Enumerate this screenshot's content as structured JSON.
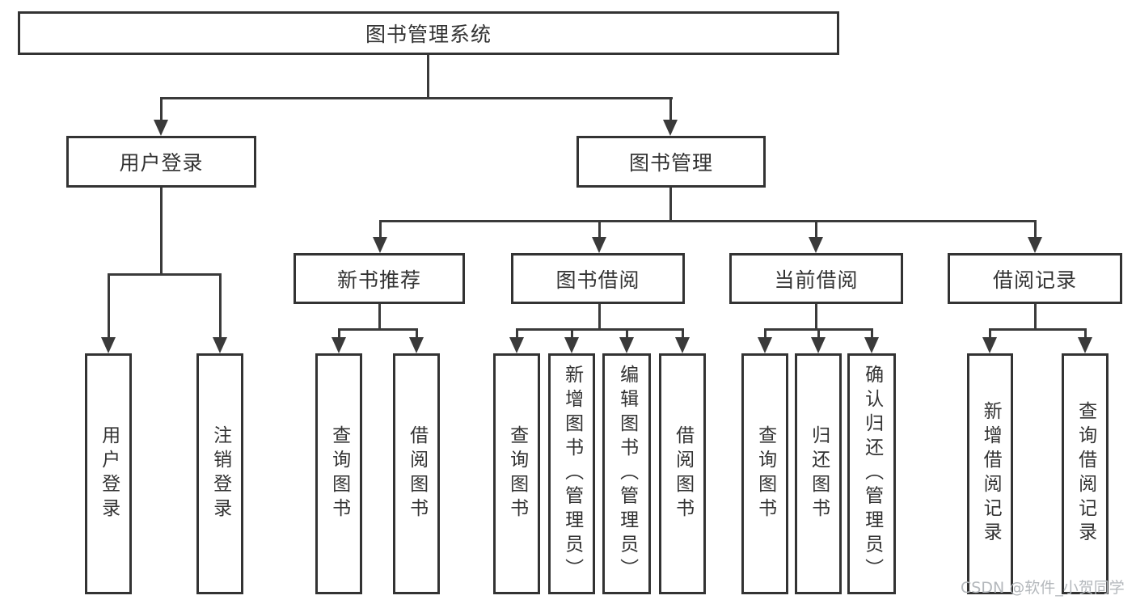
{
  "tree": {
    "label": "图书管理系统",
    "children": [
      {
        "label": "用户登录",
        "children": [
          {
            "label": "用户登录"
          },
          {
            "label": "注销登录"
          }
        ]
      },
      {
        "label": "图书管理",
        "children": [
          {
            "label": "新书推荐",
            "children": [
              {
                "label": "查询图书"
              },
              {
                "label": "借阅图书"
              }
            ]
          },
          {
            "label": "图书借阅",
            "children": [
              {
                "label": "查询图书"
              },
              {
                "label": "新增图书（管理员）"
              },
              {
                "label": "编辑图书（管理员）"
              },
              {
                "label": "借阅图书"
              }
            ]
          },
          {
            "label": "当前借阅",
            "children": [
              {
                "label": "查询图书"
              },
              {
                "label": "归还图书"
              },
              {
                "label": "确认归还（管理员）"
              }
            ]
          },
          {
            "label": "借阅记录",
            "children": [
              {
                "label": "新增借阅记录"
              },
              {
                "label": "查询借阅记录"
              }
            ]
          }
        ]
      }
    ]
  },
  "watermark": {
    "text": "CSDN @软件_小贺同学"
  },
  "colors": {
    "line": "#3a3a3a",
    "text": "#333333",
    "node_background": "#ffffff",
    "page_background": "#ffffff",
    "watermark": "#b4b8bc"
  }
}
